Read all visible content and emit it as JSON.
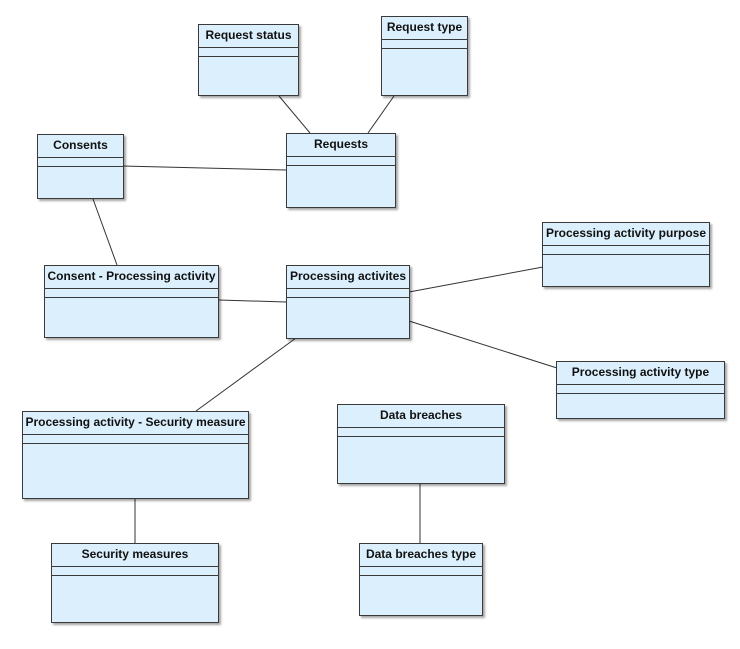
{
  "entities": [
    {
      "id": "request-status",
      "name": "Request status"
    },
    {
      "id": "request-type",
      "name": "Request type"
    },
    {
      "id": "consents",
      "name": "Consents"
    },
    {
      "id": "requests",
      "name": "Requests"
    },
    {
      "id": "processing-activity-purpose",
      "name": "Processing activity purpose"
    },
    {
      "id": "consent-processing-activity",
      "name": "Consent - Processing activity"
    },
    {
      "id": "processing-activites",
      "name": "Processing activites"
    },
    {
      "id": "processing-activity-type",
      "name": "Processing activity type"
    },
    {
      "id": "processing-activity-security-measure",
      "name": "Processing activity - Security measure"
    },
    {
      "id": "data-breaches",
      "name": "Data breaches"
    },
    {
      "id": "security-measures",
      "name": "Security measures"
    },
    {
      "id": "data-breaches-type",
      "name": "Data breaches type"
    }
  ],
  "relationships": [
    {
      "from": "request-status",
      "to": "requests"
    },
    {
      "from": "request-type",
      "to": "requests"
    },
    {
      "from": "consents",
      "to": "requests"
    },
    {
      "from": "consents",
      "to": "consent-processing-activity"
    },
    {
      "from": "consent-processing-activity",
      "to": "processing-activites"
    },
    {
      "from": "processing-activites",
      "to": "processing-activity-purpose"
    },
    {
      "from": "processing-activites",
      "to": "processing-activity-type"
    },
    {
      "from": "processing-activites",
      "to": "processing-activity-security-measure"
    },
    {
      "from": "processing-activity-security-measure",
      "to": "security-measures"
    },
    {
      "from": "data-breaches",
      "to": "data-breaches-type"
    }
  ]
}
